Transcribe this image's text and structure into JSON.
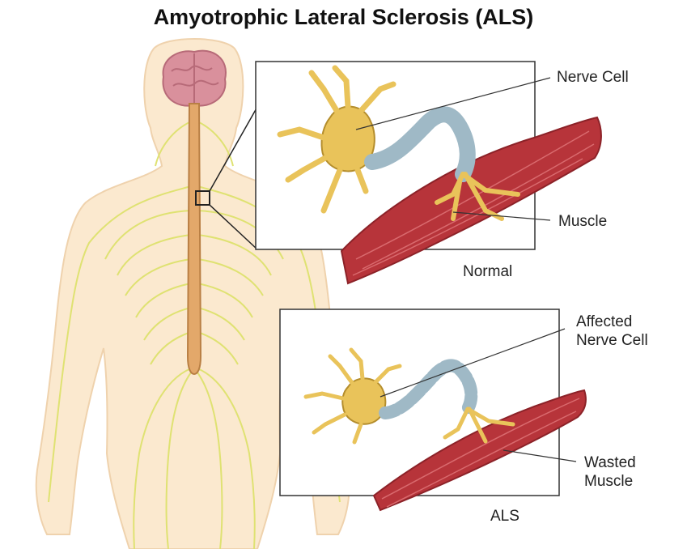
{
  "title": "Amyotrophic Lateral Sclerosis (ALS)",
  "panels": {
    "normal": {
      "caption": "Normal",
      "nerve_label": "Nerve Cell",
      "muscle_label": "Muscle"
    },
    "als": {
      "caption": "ALS",
      "nerve_label_1": "Affected",
      "nerve_label_2": "Nerve Cell",
      "muscle_label_1": "Wasted",
      "muscle_label_2": "Muscle"
    }
  },
  "colors": {
    "skin": "#fbe9cf",
    "nerve": "#dfe272",
    "brain": "#d9909c",
    "neuron": "#e9c35a",
    "myelin": "#9fb9c6",
    "muscle": "#b7343a"
  }
}
